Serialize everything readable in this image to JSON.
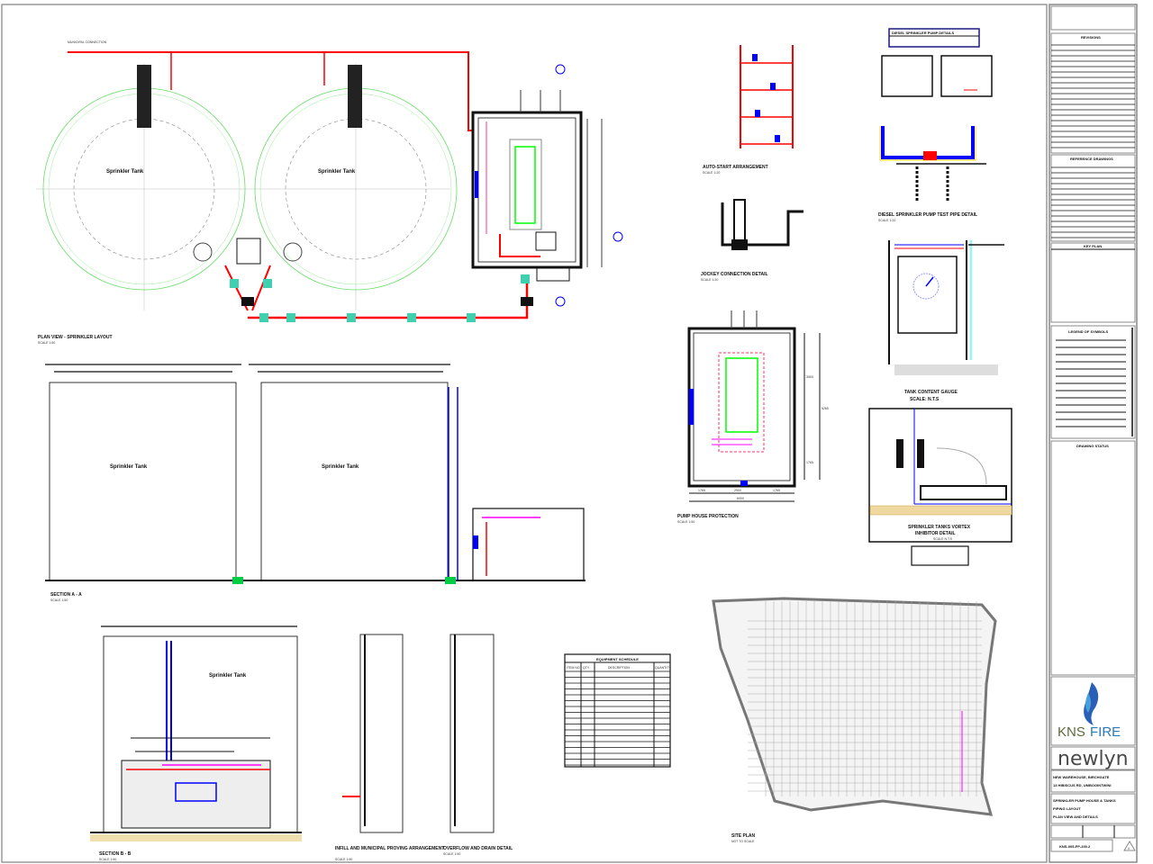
{
  "views": {
    "plan_view": {
      "title": "PLAN VIEW - SPRINKLER LAYOUT",
      "scale": "SCALE 1:50",
      "tank_label": "Sprinkler Tank",
      "connection": "MUNICIPAL CONNECTION"
    },
    "section_aa": {
      "title": "SECTION A - A",
      "scale": "SCALE 1:50"
    },
    "section_bb": {
      "title": "SECTION B - B",
      "scale": "SCALE 1:50"
    },
    "infill": {
      "title": "INFILL AND MUNICIPAL PROVING ARRANGEMENT",
      "scale": "SCALE 1:50"
    },
    "overflow": {
      "title": "OVERFLOW AND DRAIN DETAIL",
      "scale": "SCALE 1:50"
    },
    "auto_start": {
      "title": "AUTO-START ARRANGEMENT",
      "scale": "SCALE 1:20"
    },
    "jockey": {
      "title": "JOCKEY CONNECTION DETAIL",
      "scale": "SCALE 1:20"
    },
    "test_pipe": {
      "title": "DIESEL SPRINKLER PUMP TEST PIPE DETAIL",
      "scale": "SCALE 1:20"
    },
    "diesel_details": {
      "title": "DIESEL SPRINKLER PUMP DETAILS"
    },
    "tank_gauge": {
      "title": "TANK CONTENT GAUGE",
      "scale": "SCALE: N.T.S"
    },
    "pump_house": {
      "title": "PUMP HOUSE PROTECTION",
      "scale": "SCALE 1:50",
      "dims": [
        "1765",
        "2500",
        "1765",
        "6000",
        "3500",
        "1765",
        "5265"
      ]
    },
    "vortex": {
      "title": "SPRINKLER TANKS VORTEX",
      "title2": "INHIBITOR DETAIL",
      "scale": "SCALE N.T.S"
    },
    "site_plan": {
      "title": "SITE PLAN",
      "scale": "NOT TO SCALE"
    },
    "equipment_schedule": {
      "title": "EQUIPMENT SCHEDULE",
      "headers": [
        "ITEM NO",
        "QTY",
        "DESCRIPTION",
        "QUANTITY"
      ]
    }
  },
  "title_block": {
    "revisions_title": "REVISIONS",
    "reference_title": "REFERENCE DRAWINGS",
    "key_plan_title": "KEY PLAN",
    "legend_title": "LEGEND OF SYMBOLS",
    "status_title": "DRAWING STATUS",
    "company": {
      "name_a": "KNS",
      "name_b": "FIRE"
    },
    "client": "newlyn",
    "address": [
      "NEW WAREHOUSE, BIRCHGATE",
      "13 HIBISCUS RD, UMBOGINTWINI"
    ],
    "drawing_title": [
      "SPRINKLER PUMP HOUSE & TANKS",
      "PIPING LAYOUT",
      "PLAN VIEW AND DETAILS"
    ],
    "drawing_number": "KNS-005-FP-200.2",
    "revision": "0",
    "colors": {
      "pipe_red": "#ff0000",
      "pipe_blue": "#0000ff",
      "pump_green": "#00ff00",
      "tank_green": "#66dd66",
      "fitting_teal": "#40d0b0",
      "logo_blue": "#2a7ab8"
    }
  }
}
